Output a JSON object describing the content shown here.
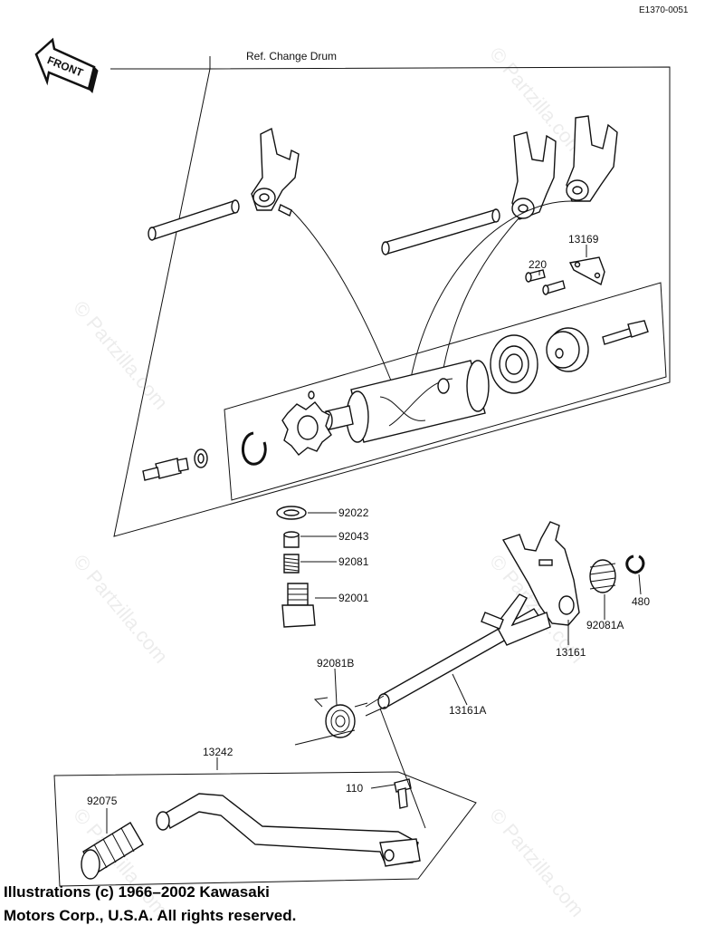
{
  "drawing_code": "E1370-0051",
  "ref_label": "Ref.  Change Drum",
  "front_label": "FRONT",
  "callouts": {
    "p220": "220",
    "p13169": "13169",
    "p92022": "92022",
    "p92043": "92043",
    "p92081": "92081",
    "p92001": "92001",
    "p480": "480",
    "p92081A": "92081A",
    "p13161": "13161",
    "p92081B": "92081B",
    "p13161A": "13161A",
    "p13242": "13242",
    "p110": "110",
    "p92075": "92075"
  },
  "watermark": "© Partzilla.com",
  "copyright": {
    "line1": "Illustrations (c) 1966–2002 Kawasaki",
    "line2": "Motors Corp., U.S.A.  All rights reserved."
  }
}
